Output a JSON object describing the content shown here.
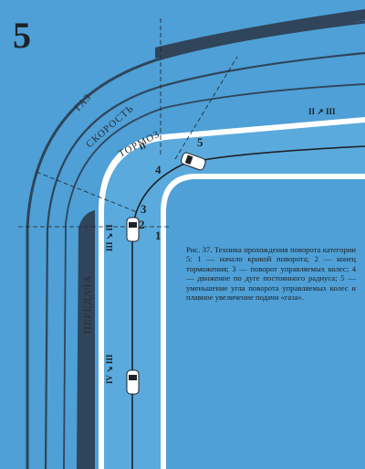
{
  "category_number": "5",
  "curve_labels": {
    "gas": "ГАЗ",
    "speed": "СКОРОСТЬ",
    "brake": "ТОРМОЗ",
    "gear": "ПЕРЕДАЧА"
  },
  "gear_marks": {
    "brake_zone": "II",
    "exit_shift": "II ↗ III",
    "entry_shift": "III ↘ II",
    "lower_shift": "IV ↘ III"
  },
  "step_markers": [
    "1",
    "2",
    "3",
    "4",
    "5"
  ],
  "caption": "Рис. 37. Техника прохождения поворота категории 5: 1 — начало кривой поворота; 2 — конец торможения; 3 — поворот управляемых колес; 4 — движение по дуге постоянного радиуса; 5 — уменьшение угла поворота управляемых колес и плавное увеличение подачи «газа».",
  "colors": {
    "background": "#4ea0d6",
    "road_edge": "#ffffff",
    "graph_fill": "#30445a",
    "ink": "#1e2228"
  }
}
